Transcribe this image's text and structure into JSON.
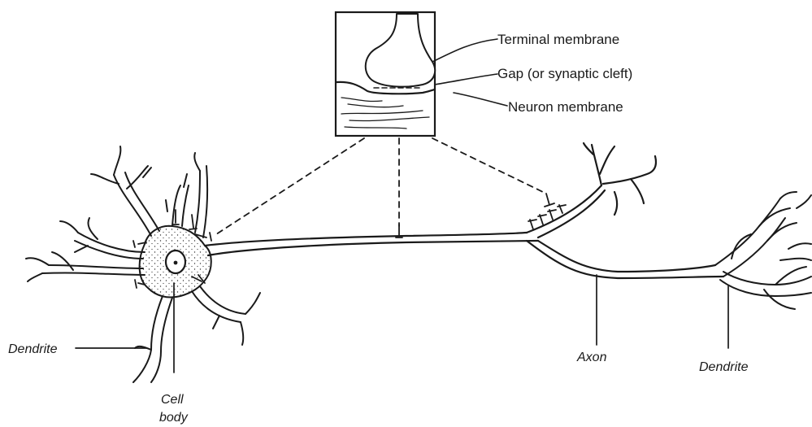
{
  "labels": {
    "terminal_membrane": "Terminal membrane",
    "gap": "Gap (or synaptic cleft)",
    "neuron_membrane": "Neuron membrane",
    "dendrite_left": "Dendrite",
    "cell_body_line1": "Cell",
    "cell_body_line2": "body",
    "axon": "Axon",
    "dendrite_right": "Dendrite"
  }
}
